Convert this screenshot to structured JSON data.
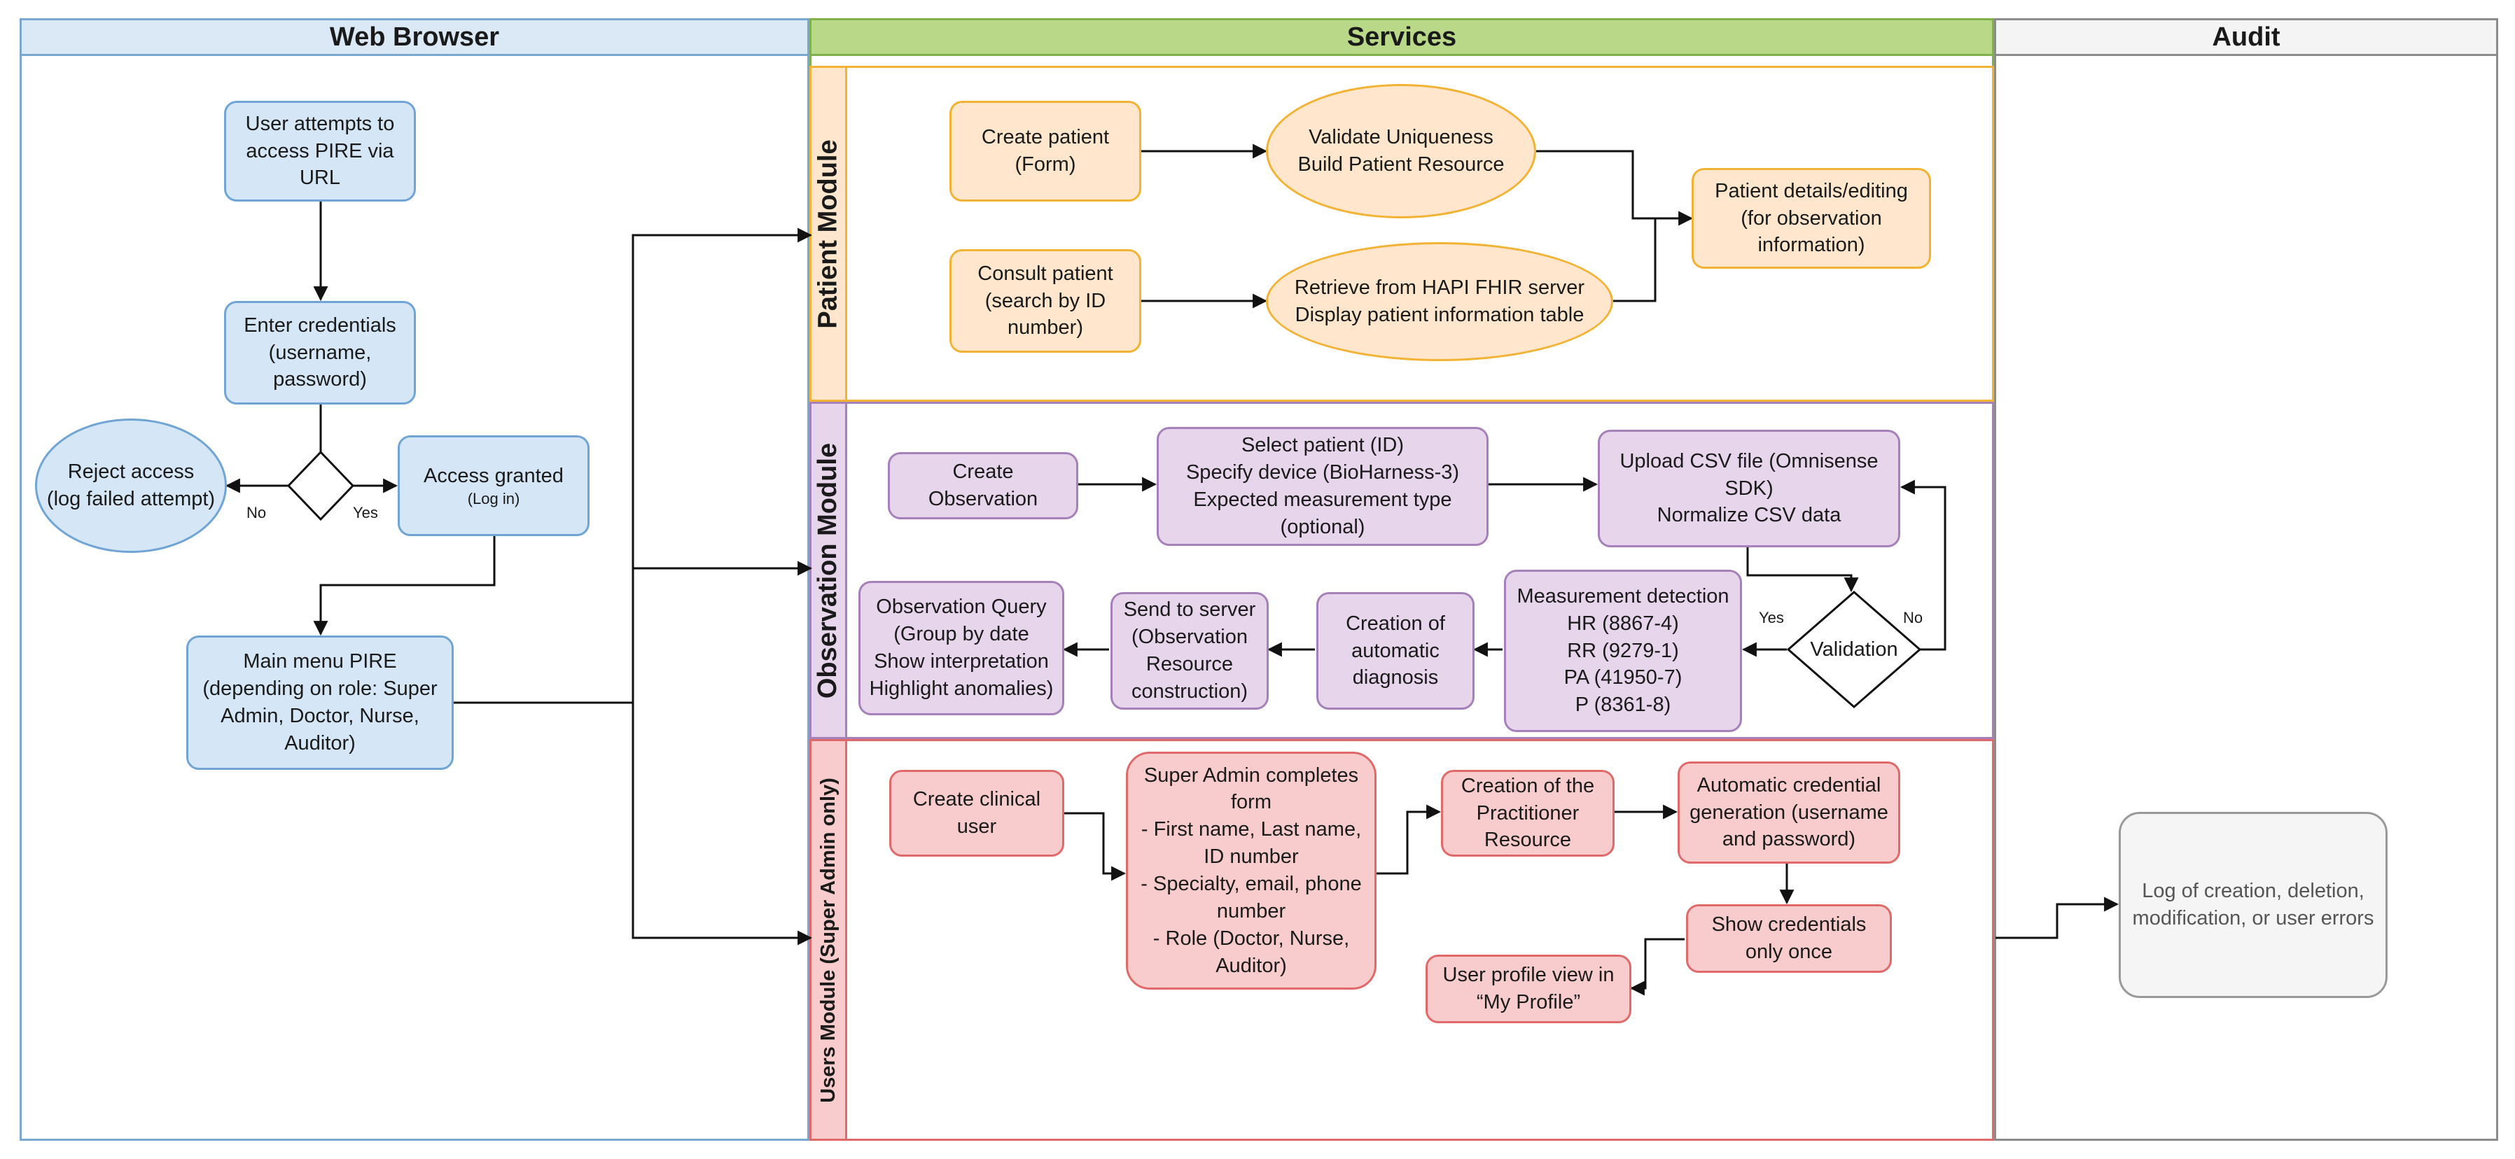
{
  "lanes": {
    "web_browser": "Web Browser",
    "services": "Services",
    "audit": "Audit"
  },
  "modules": {
    "patient": "Patient Module",
    "observation": "Observation Module",
    "users": "Users Module (Super Admin only)"
  },
  "colors": {
    "blue_fill": "#d5e7f7",
    "blue_border": "#6fa4d4",
    "orange_fill": "#ffe6cc",
    "orange_border": "#f2b233",
    "purple_fill": "#e6d5eb",
    "purple_border": "#a680b8",
    "red_fill": "#f8cccc",
    "red_border": "#e06a6a",
    "services_header": "#b9d988"
  },
  "browser": {
    "attempt": "User attempts to\naccess PIRE via\nURL",
    "credentials": "Enter credentials\n(username,\npassword)",
    "reject": "Reject access\n(log failed attempt)",
    "granted": "Access granted",
    "granted_sub": "(Log in)",
    "main_menu": "Main menu PIRE\n(depending on role: Super\nAdmin, Doctor, Nurse,\nAuditor)",
    "label_no": "No",
    "label_yes": "Yes"
  },
  "patient": {
    "create": "Create patient\n(Form)",
    "validate": "Validate Uniqueness\nBuild Patient Resource",
    "consult": "Consult patient\n(search by ID\nnumber)",
    "retrieve": "Retrieve from HAPI FHIR server\nDisplay patient information table",
    "details": "Patient details/editing\n(for observation\ninformation)"
  },
  "observation": {
    "create": "Create\nObservation",
    "select": "Select patient (ID)\nSpecify device (BioHarness-3)\nExpected measurement type\n(optional)",
    "upload": "Upload CSV file (Omnisense\nSDK)\nNormalize CSV data",
    "validation": "Validation",
    "label_yes": "Yes",
    "label_no": "No",
    "detection": "Measurement detection\nHR (8867-4)\nRR (9279-1)\nPA (41950-7)\nP (8361-8)",
    "diagnosis": "Creation of\nautomatic\ndiagnosis",
    "send": "Send to server\n(Observation\nResource\nconstruction)",
    "query": "Observation Query\n(Group by date\nShow interpretation\nHighlight anomalies)"
  },
  "users": {
    "create": "Create clinical\nuser",
    "form": "Super Admin completes\nform\n- First name, Last name,\nID number\n- Specialty, email, phone\nnumber\n- Role (Doctor, Nurse,\nAuditor)",
    "practitioner": "Creation of the\nPractitioner\nResource",
    "autogen": "Automatic credential\ngeneration (username\nand password)",
    "show": "Show credentials\nonly once",
    "profile": "User profile view in\n“My Profile”"
  },
  "audit": {
    "log": "Log of creation, deletion,\nmodification, or user errors"
  }
}
